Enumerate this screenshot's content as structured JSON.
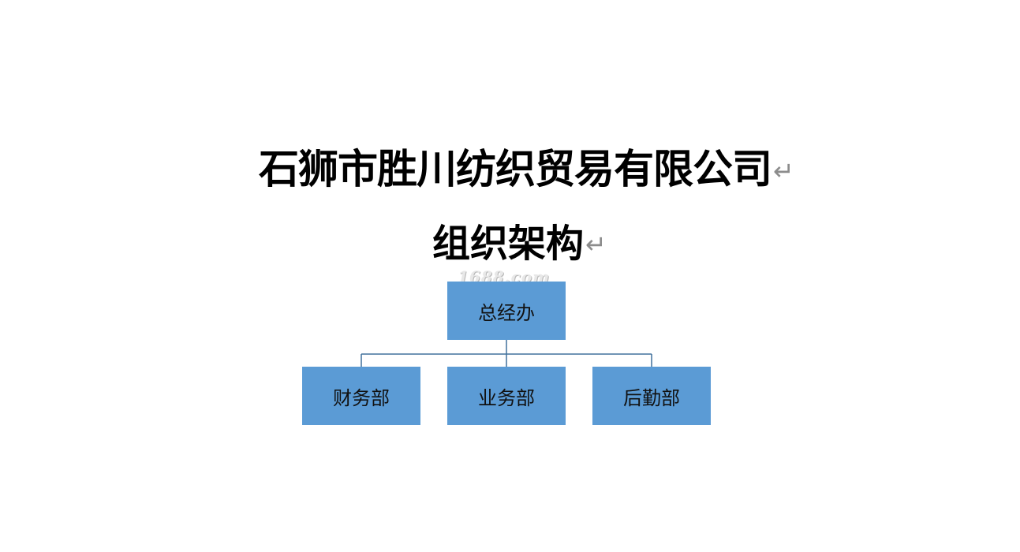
{
  "header": {
    "company_name": "石狮市胜川纺织贸易有限公司",
    "subtitle": "组织架构",
    "paragraph_mark": "↵"
  },
  "watermark": {
    "text": "1688.com"
  },
  "org_chart": {
    "root": {
      "label": "总经办"
    },
    "children": [
      {
        "label": "财务部"
      },
      {
        "label": "业务部"
      },
      {
        "label": "后勤部"
      }
    ],
    "colors": {
      "box_fill": "#5b9bd5",
      "connector": "#41719c"
    }
  }
}
